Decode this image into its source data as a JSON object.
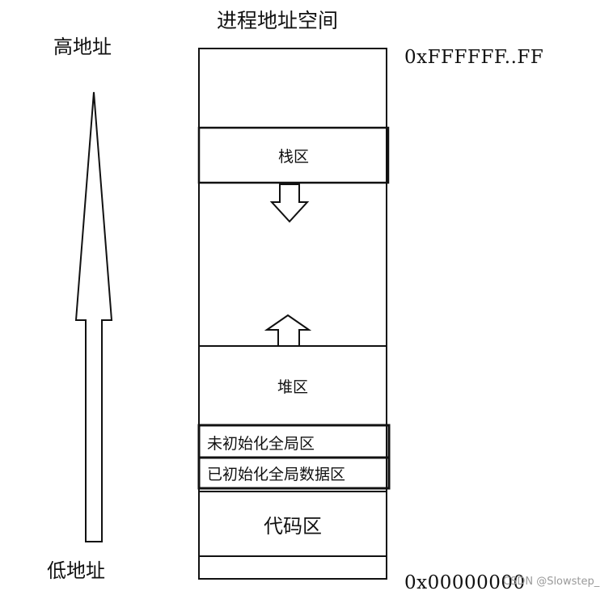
{
  "diagram": {
    "title": "进程地址空间",
    "high_address_label": "高地址",
    "low_address_label": "低地址",
    "top_address": "0xFFFFFF..FF",
    "bottom_address": "0x00000000",
    "segments": {
      "stack": "栈区",
      "heap": "堆区",
      "bss": "未初始化全局区",
      "data": "已初始化全局数据区",
      "code": "代码区"
    },
    "watermark": "CSDN @Slowstep_"
  }
}
